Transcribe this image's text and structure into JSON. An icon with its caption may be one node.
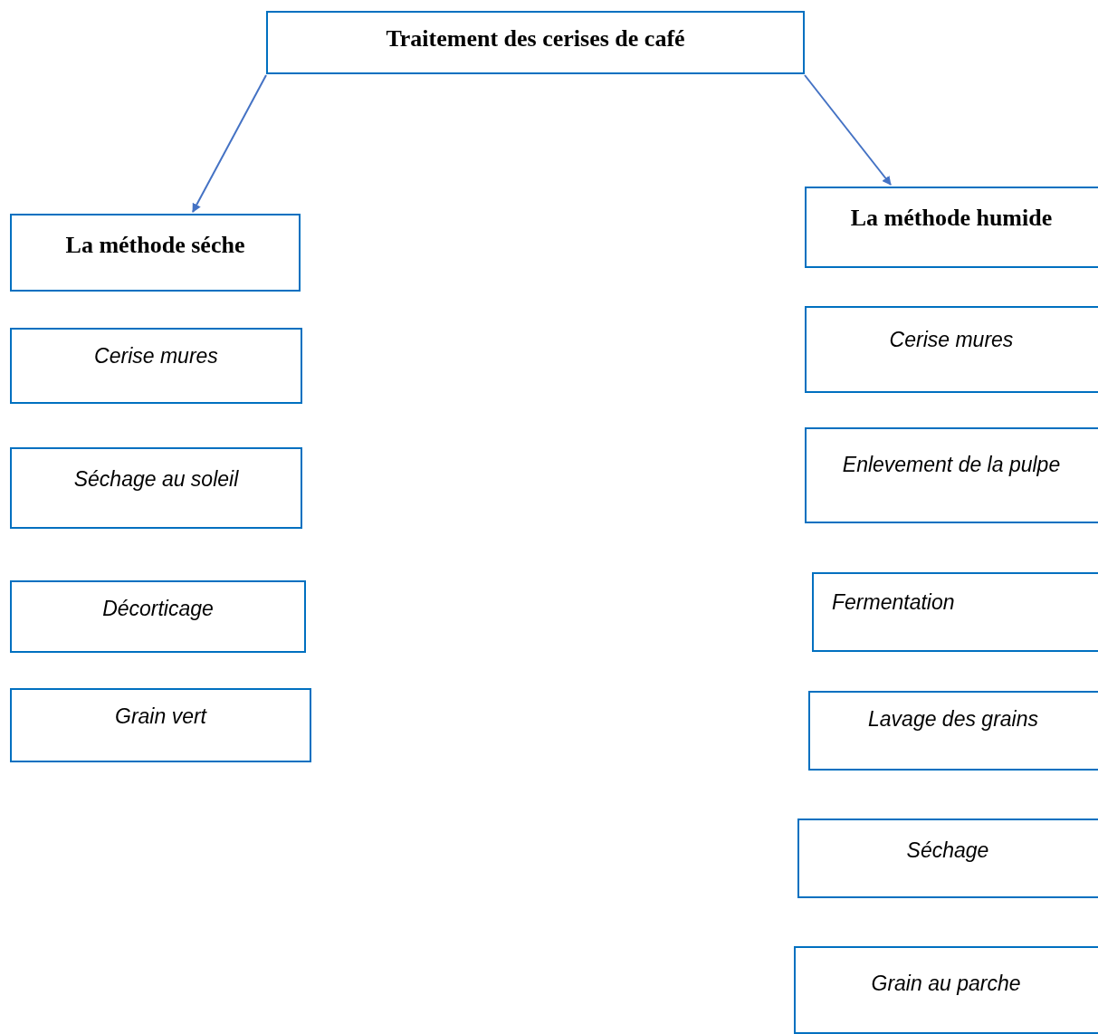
{
  "diagram": {
    "nodes": [
      {
        "text": [
          "Traitement des cerises de café"
        ]
      },
      {
        "text": [
          "La méthode séche"
        ]
      },
      {
        "text": [
          "Cerise mures"
        ]
      },
      {
        "text": [
          "Séchage au soleil"
        ]
      },
      {
        "text": [
          "Décorticage"
        ]
      },
      {
        "text": [
          "Grain vert"
        ]
      },
      {
        "text": [
          "La méthode humide"
        ]
      },
      {
        "text": [
          "Cerise mures"
        ]
      },
      {
        "text": [
          "Enlevement de la pulpe"
        ]
      },
      {
        "text": [
          "Fermentation"
        ]
      },
      {
        "text": [
          "Lavage des grains"
        ]
      },
      {
        "text": [
          "Séchage"
        ]
      },
      {
        "text": [
          "Grain au parche"
        ]
      }
    ],
    "edges": [
      {
        "from": 0,
        "to": 1,
        "arrow": "to"
      },
      {
        "from": 0,
        "to": 6,
        "arrow": "to"
      }
    ]
  }
}
